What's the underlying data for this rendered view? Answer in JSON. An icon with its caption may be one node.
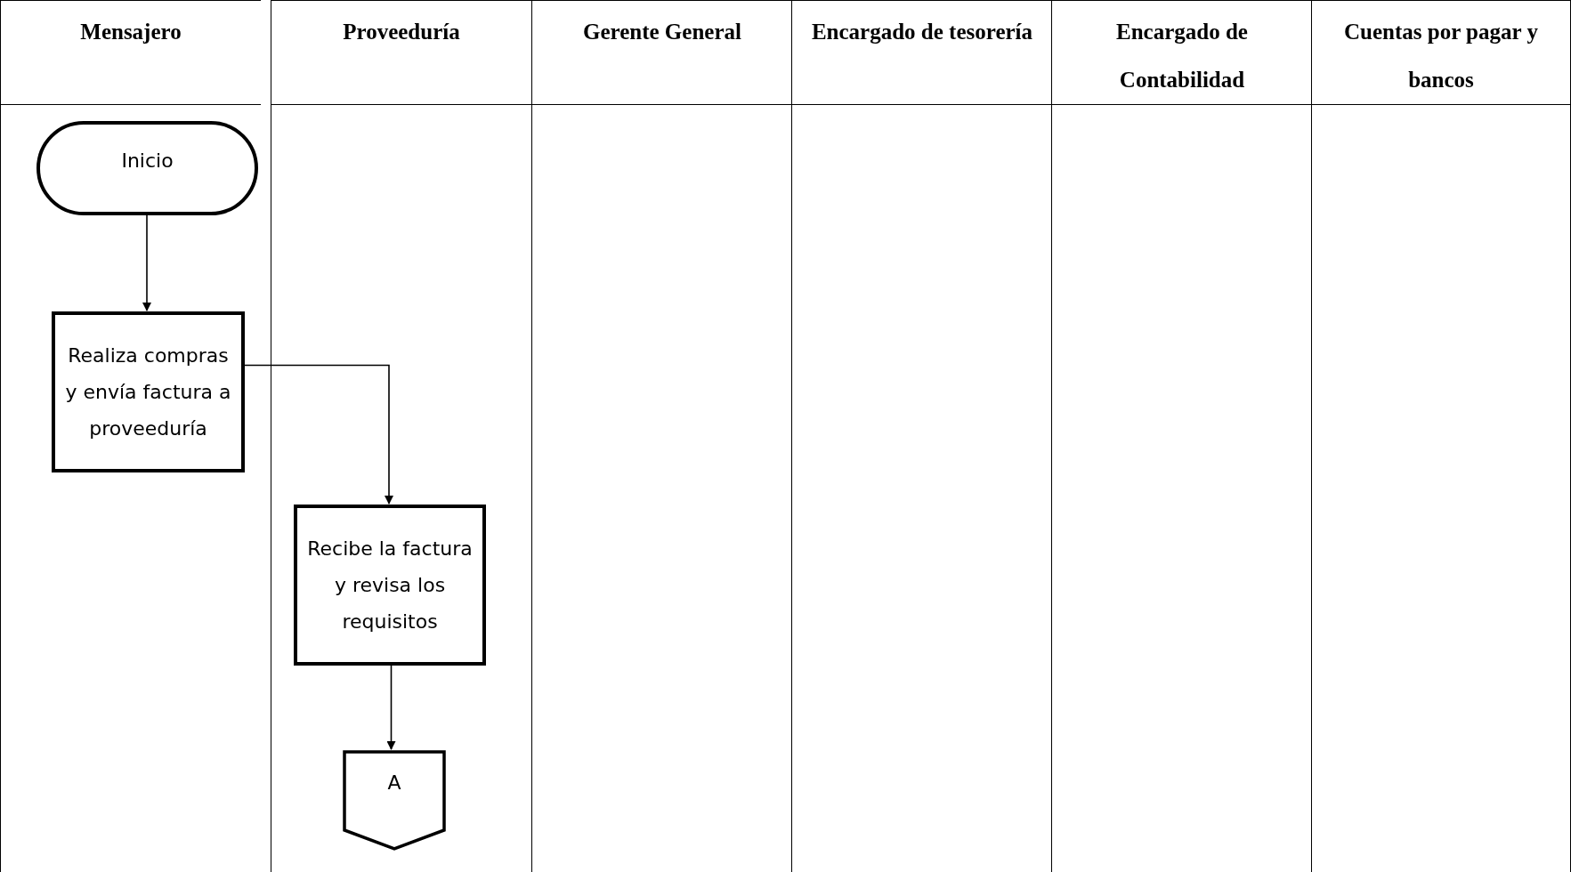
{
  "diagram": {
    "nodes": [
      {
        "text": [
          "Mensajero"
        ]
      },
      {
        "text": [
          "Proveeduría"
        ]
      },
      {
        "text": [
          "Gerente General"
        ]
      },
      {
        "text": [
          "Encargado de tesorería"
        ]
      },
      {
        "text": [
          "Encargado de Contabilidad"
        ]
      },
      {
        "text": [
          "Cuentas por pagar y bancos"
        ]
      },
      {
        "text": [
          "Inicio"
        ],
        "in": 0
      },
      {
        "text": [
          "Realiza compras y envía factura a proveeduría"
        ],
        "in": 0
      },
      {
        "text": [
          "Recibe la factura y revisa los requisitos"
        ],
        "in": 1
      },
      {
        "text": [
          "A"
        ],
        "in": 1
      }
    ],
    "edges": [
      {
        "from": 6,
        "to": 7,
        "arrow": "to"
      },
      {
        "from": 7,
        "to": 8,
        "arrow": "to"
      },
      {
        "from": 8,
        "to": 9,
        "arrow": "to"
      }
    ]
  }
}
